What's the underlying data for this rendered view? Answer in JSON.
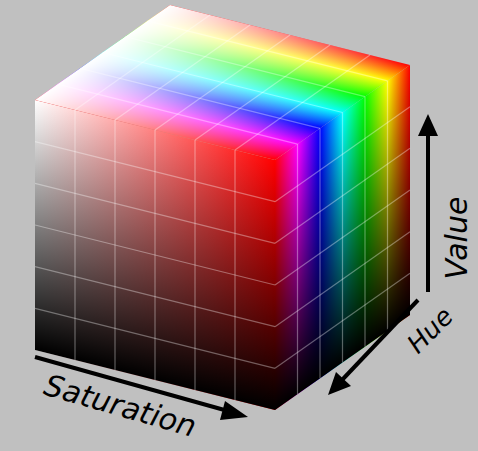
{
  "diagram": {
    "labels": [
      "Saturation",
      "Hue",
      "Value"
    ]
  }
}
